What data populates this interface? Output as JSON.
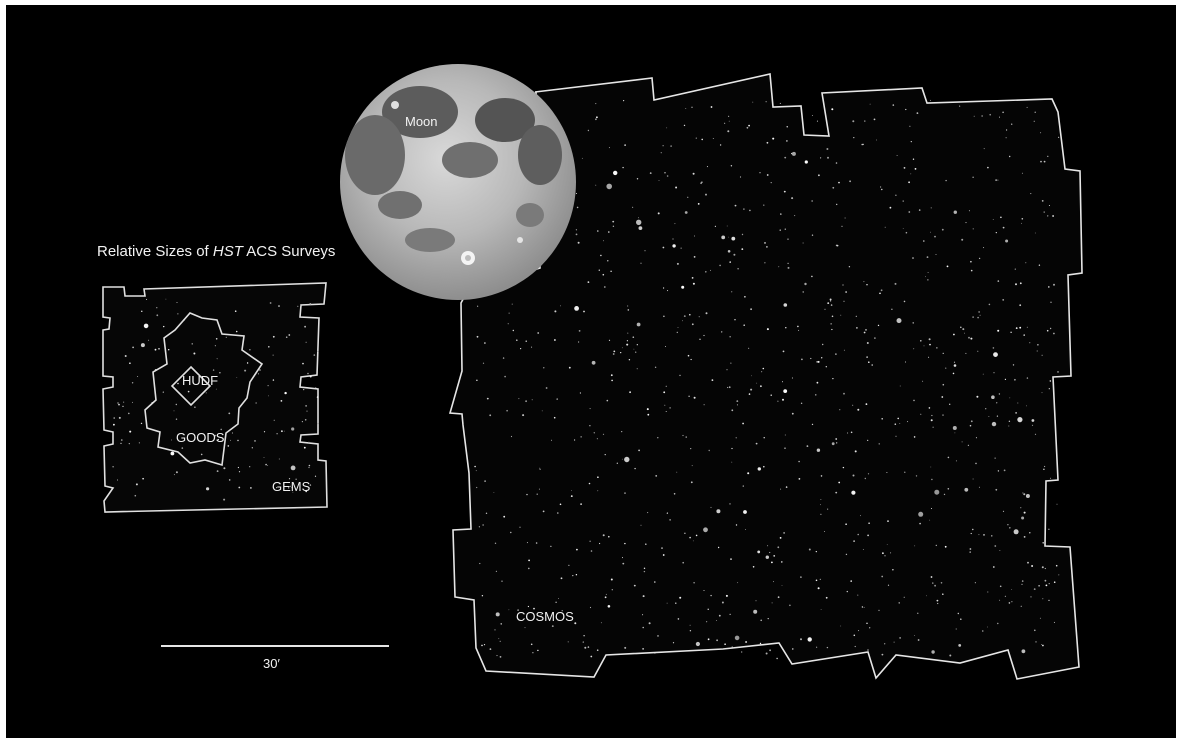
{
  "title": {
    "prefix": "Relative Sizes of ",
    "emphasis": "HST",
    "suffix": " ACS Surveys"
  },
  "labels": {
    "moon": "Moon",
    "hudf": "HUDF",
    "goods": "GOODS",
    "gems": "GEMS",
    "cosmos": "COSMOS"
  },
  "scale_bar": {
    "label": "30′"
  },
  "colors": {
    "background": "#000000",
    "outline": "#e6e6e6",
    "text": "#f2f2f2",
    "frame": "#ffffff"
  }
}
